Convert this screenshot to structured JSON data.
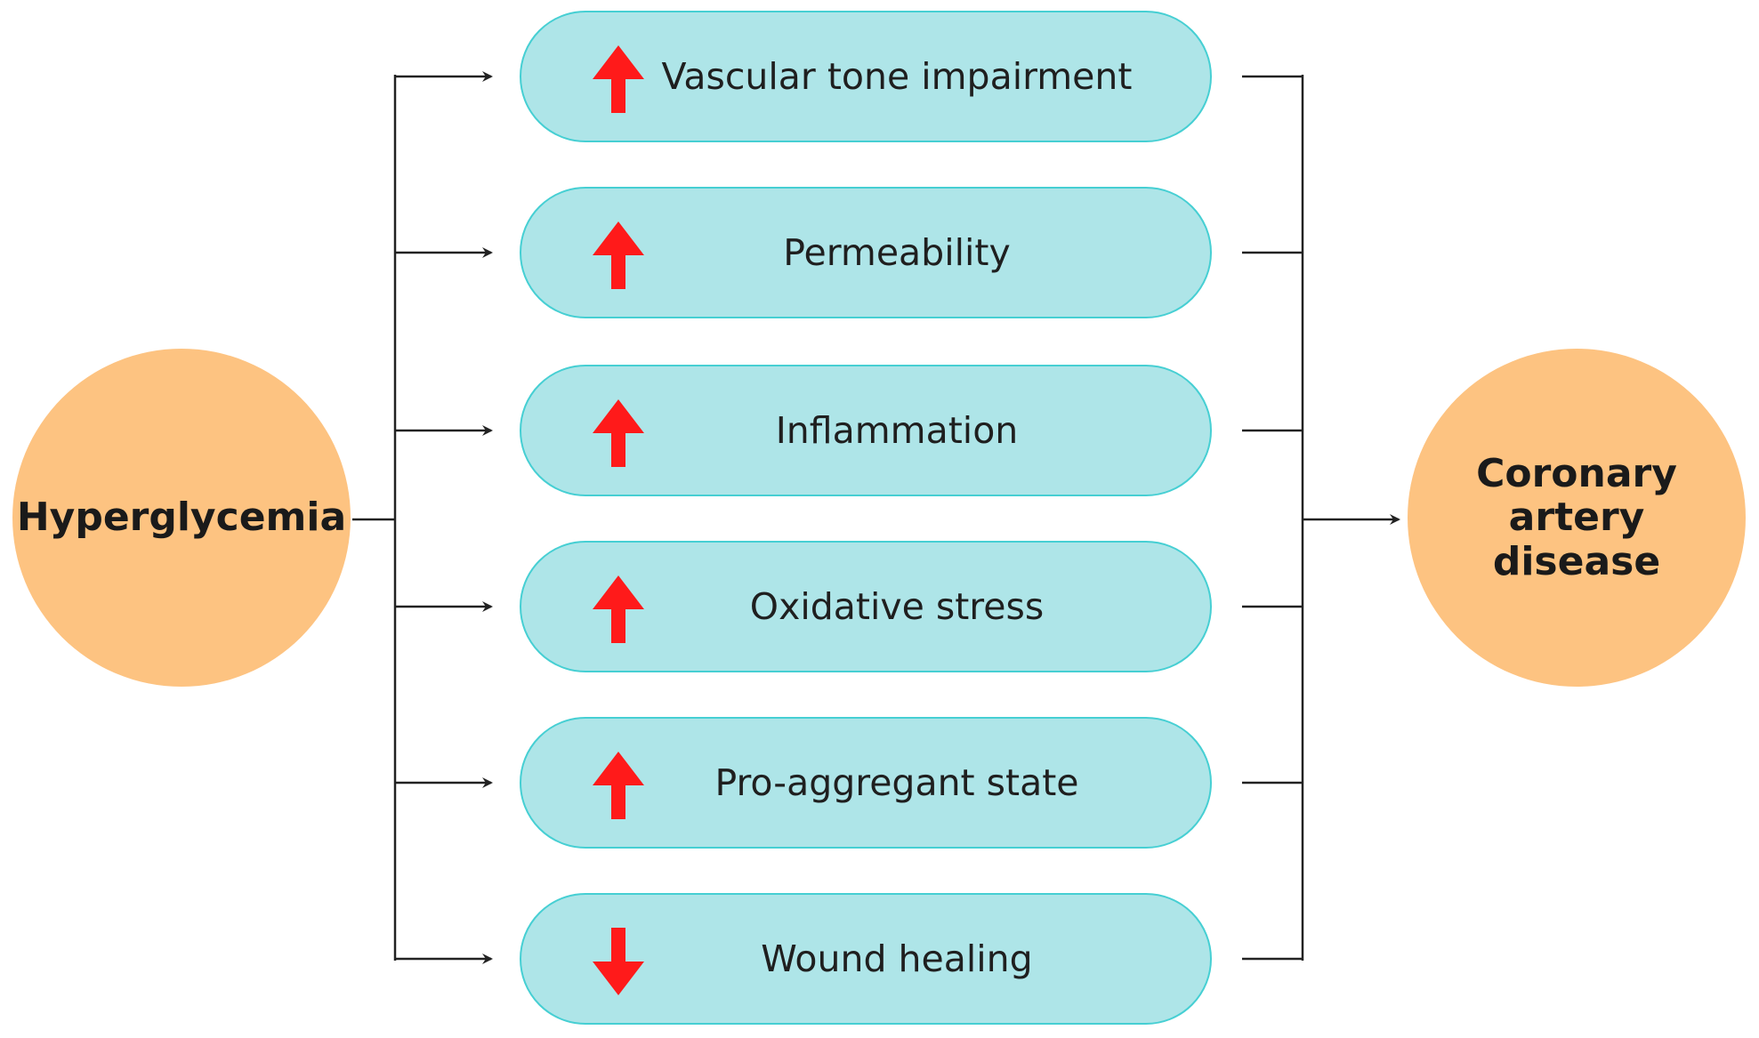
{
  "source": {
    "label": "Hyperglycemia",
    "color": "#FDC381"
  },
  "target": {
    "label": "Coronary artery\ndisease",
    "color": "#FDC381"
  },
  "factors": [
    {
      "label": "Vascular tone impairment",
      "direction": "up",
      "icon": "up-arrow-icon"
    },
    {
      "label": "Permeability",
      "direction": "up",
      "icon": "up-arrow-icon"
    },
    {
      "label": "Inflammation",
      "direction": "up",
      "icon": "up-arrow-icon"
    },
    {
      "label": "Oxidative stress",
      "direction": "up",
      "icon": "up-arrow-icon"
    },
    {
      "label": "Pro-aggregant state",
      "direction": "up",
      "icon": "up-arrow-icon"
    },
    {
      "label": "Wound healing",
      "direction": "down",
      "icon": "down-arrow-icon"
    }
  ],
  "colors": {
    "pill_fill": "#AEE5E8",
    "pill_border": "#46CFD3",
    "arrow_red": "#FF1A1A",
    "line": "#222222"
  }
}
